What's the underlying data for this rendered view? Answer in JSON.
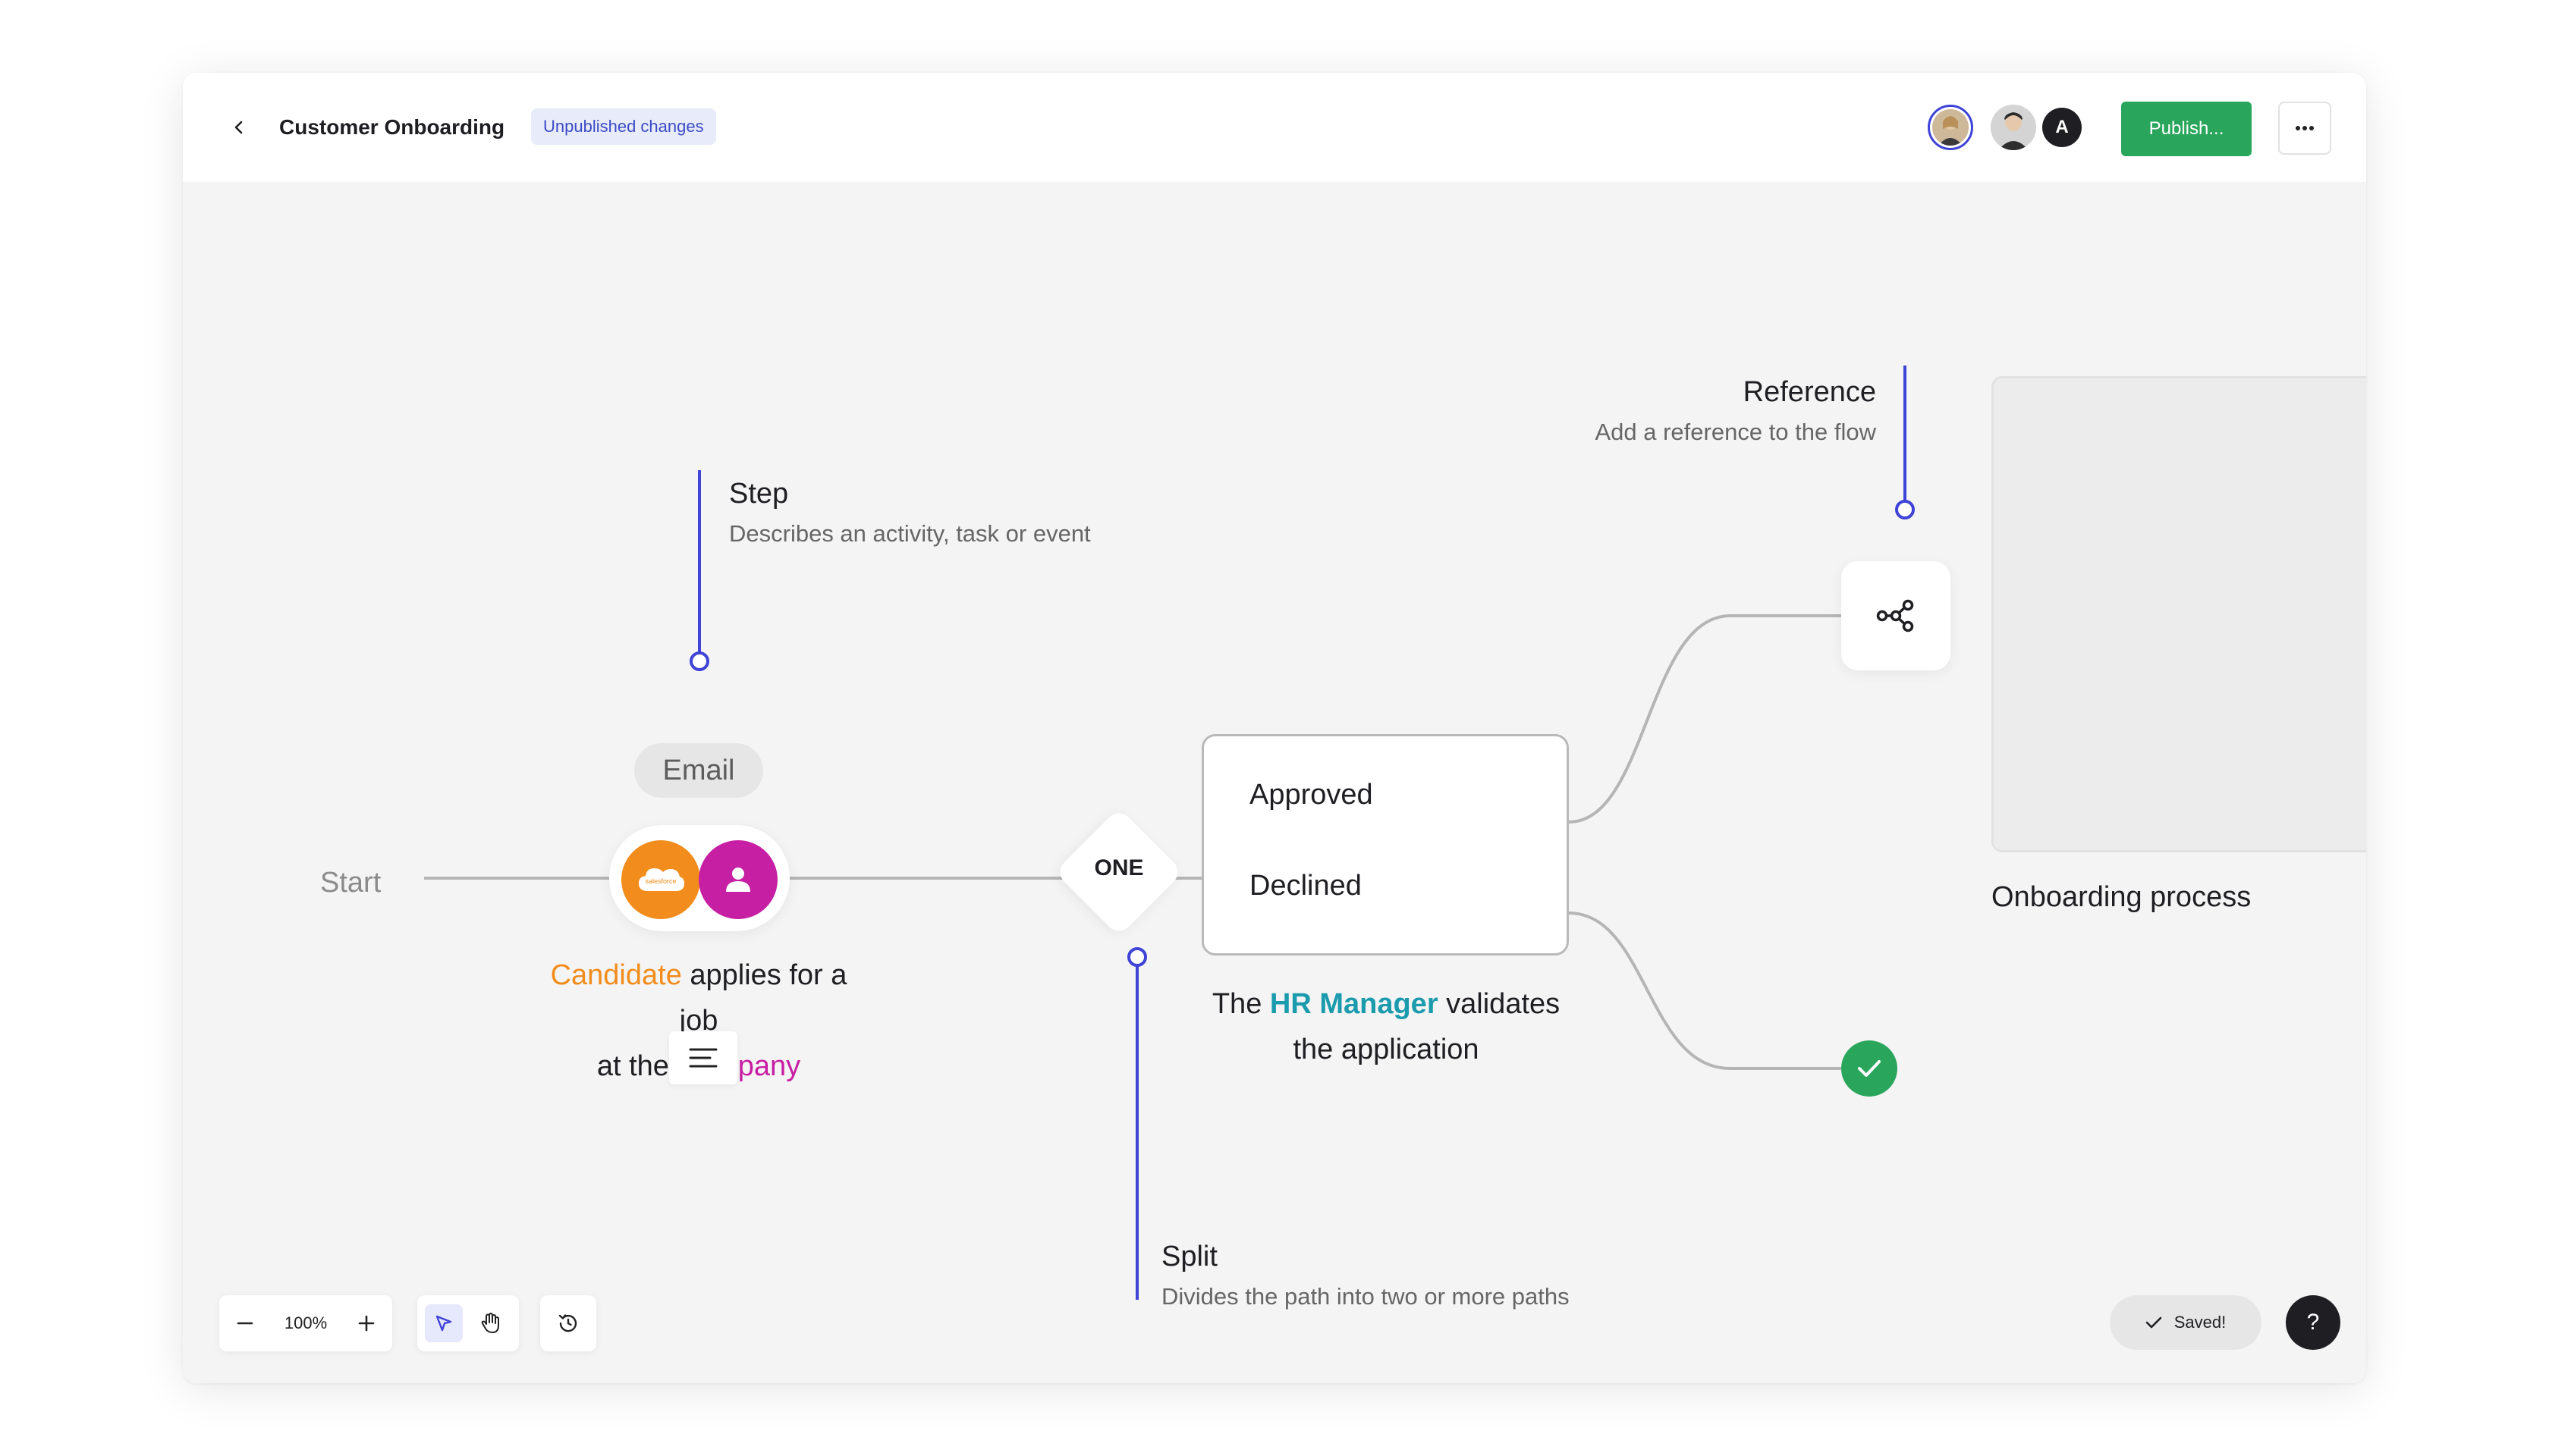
{
  "header": {
    "back_icon": "chevron-left-icon",
    "title": "Customer Onboarding",
    "status_badge": "Unpublished changes",
    "avatars": [
      {
        "kind": "photo"
      },
      {
        "kind": "photo"
      },
      {
        "initial": "A"
      }
    ],
    "publish_label": "Publish...",
    "more_label": "···",
    "accent_color": "#2aa65c"
  },
  "flow": {
    "start_label": "Start",
    "step": {
      "pill_label": "Email",
      "icons": [
        "salesforce-icon",
        "user-icon"
      ],
      "caption_part1": "Candidate",
      "caption_part2": " applies for a job",
      "caption_part3": "at the ",
      "caption_part4": "Company"
    },
    "split": {
      "label": "ONE"
    },
    "decision": {
      "options": [
        "Approved",
        "Declined"
      ],
      "caption_part1": "The ",
      "caption_part2": "HR Manager",
      "caption_part3": " validates",
      "caption_part4": "the application"
    },
    "reference_node_icon": "share-nodes-icon",
    "end_icon": "check-icon",
    "panel_caption": "Onboarding process"
  },
  "annotations": {
    "step": {
      "title": "Step",
      "desc": "Describes an activity, task or event"
    },
    "split": {
      "title": "Split",
      "desc": "Divides the path into two or more paths"
    },
    "reference": {
      "title": "Reference",
      "desc": "Add a reference to the flow"
    }
  },
  "colors": {
    "annotation_line": "#3f43d6",
    "candidate": "#f28c1c",
    "company": "#c71fa3",
    "hr_manager": "#1b9bad"
  },
  "toolbar": {
    "zoom_value": "100%",
    "zoom_out_icon": "minus-icon",
    "zoom_in_icon": "plus-icon",
    "select_tool_icon": "cursor-arrow-icon",
    "pan_tool_icon": "hand-icon",
    "history_icon": "history-icon"
  },
  "status": {
    "saved_label": "Saved!",
    "help_label": "?"
  }
}
